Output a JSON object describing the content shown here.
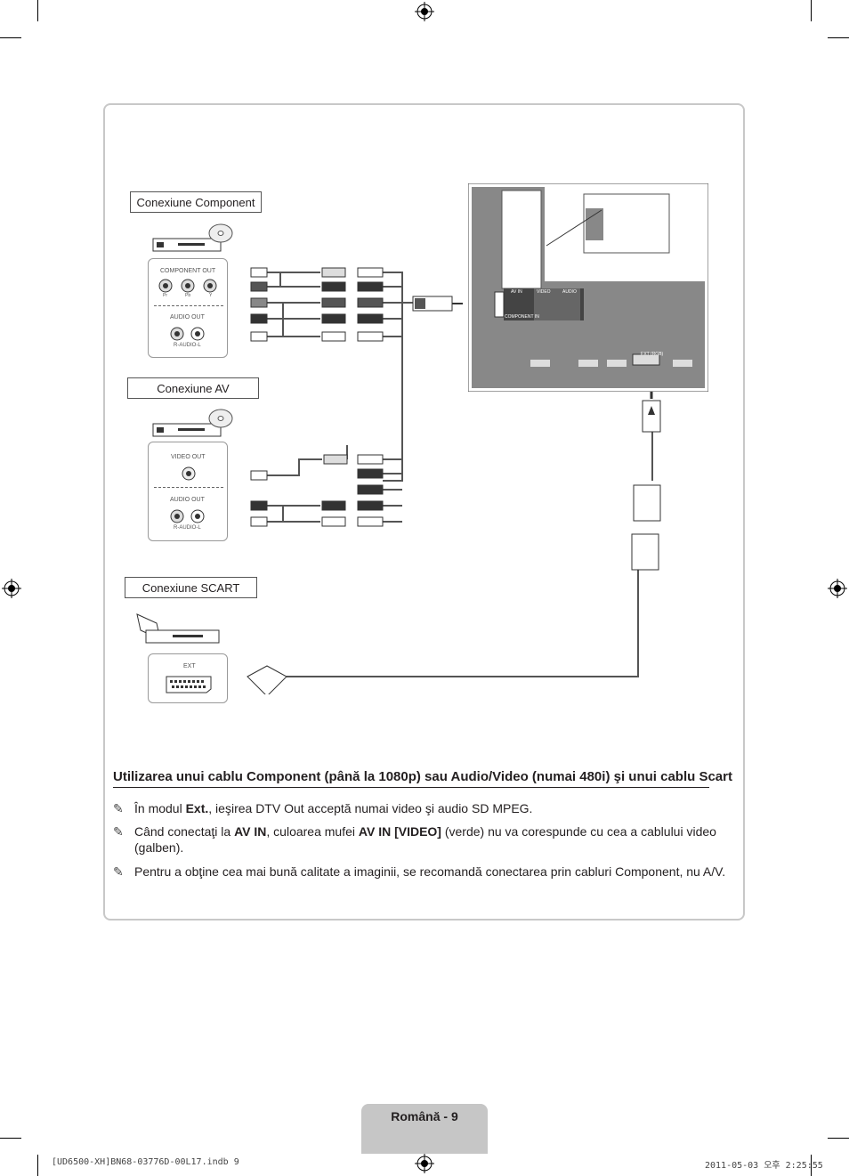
{
  "diagram": {
    "label_component": "Conexiune Component",
    "label_av": "Conexiune AV",
    "label_scart": "Conexiune SCART",
    "component_panel": {
      "component_out": "COMPONENT OUT",
      "pr": "Pr",
      "pb": "Pb",
      "y": "Y",
      "audio_out": "AUDIO OUT",
      "r_audio_l": "R-AUDIO-L"
    },
    "av_panel": {
      "video_out": "VIDEO OUT",
      "audio_out": "AUDIO OUT",
      "r_audio_l": "R-AUDIO-L"
    },
    "scart_panel": {
      "ext": "EXT"
    },
    "tv_panel": {
      "av_in": "AV IN",
      "video": "VIDEO",
      "audio": "AUDIO",
      "component_in": "COMPONENT IN",
      "ext_rgb": "EXT (RGB)"
    }
  },
  "heading": "Utilizarea unui cablu Component (până la 1080p) sau Audio/Video (numai 480i) şi unui cablu Scart",
  "notes": {
    "n1_a": "În modul ",
    "n1_b": "Ext.",
    "n1_c": ", ieşirea DTV Out acceptă numai video şi audio SD MPEG.",
    "n2_a": "Când conectaţi la ",
    "n2_b": "AV IN",
    "n2_c": ", culoarea mufei ",
    "n2_d": "AV IN [VIDEO]",
    "n2_e": " (verde) nu va corespunde cu cea a cablului video (galben).",
    "n3": "Pentru a obţine cea mai bună calitate a imaginii, se recomandă conectarea prin cabluri Component, nu A/V.",
    "pen_icon": "✎"
  },
  "page_label": "Română - 9",
  "footer_left": "[UD6500-XH]BN68-03776D-00L17.indb   9",
  "footer_right": "2011-05-03   오후 2:25:55"
}
